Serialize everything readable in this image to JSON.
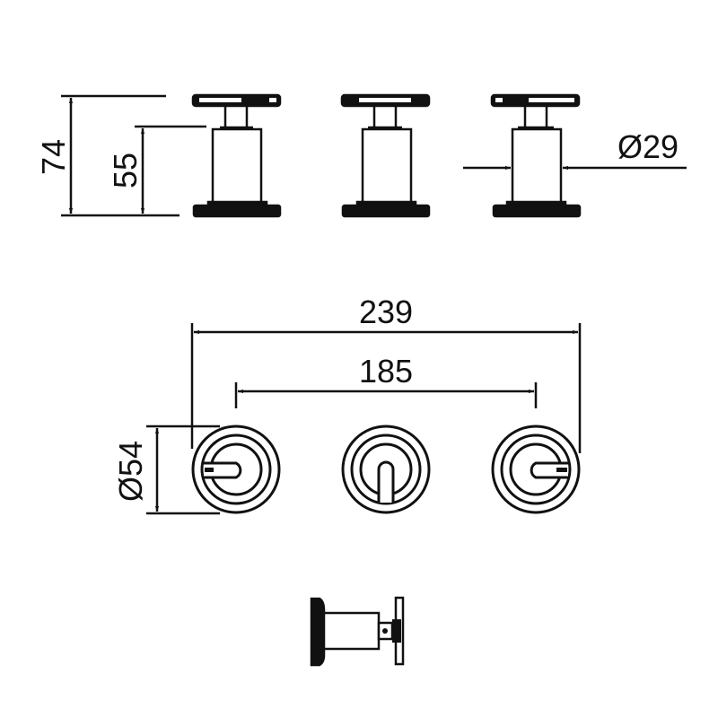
{
  "drawing": {
    "type": "technical-dimension-drawing",
    "subject": "three-piece wall-mounted valve set (cross handles)",
    "views": [
      "front-elevation",
      "top-plan",
      "side-view"
    ]
  },
  "dimensions": {
    "overall_height": "74",
    "body_height": "55",
    "body_diameter": "Ø29",
    "overall_width": "239",
    "center_spacing": "185",
    "escutcheon_diameter": "Ø54"
  },
  "colors": {
    "line": "#111111",
    "background": "#ffffff"
  }
}
